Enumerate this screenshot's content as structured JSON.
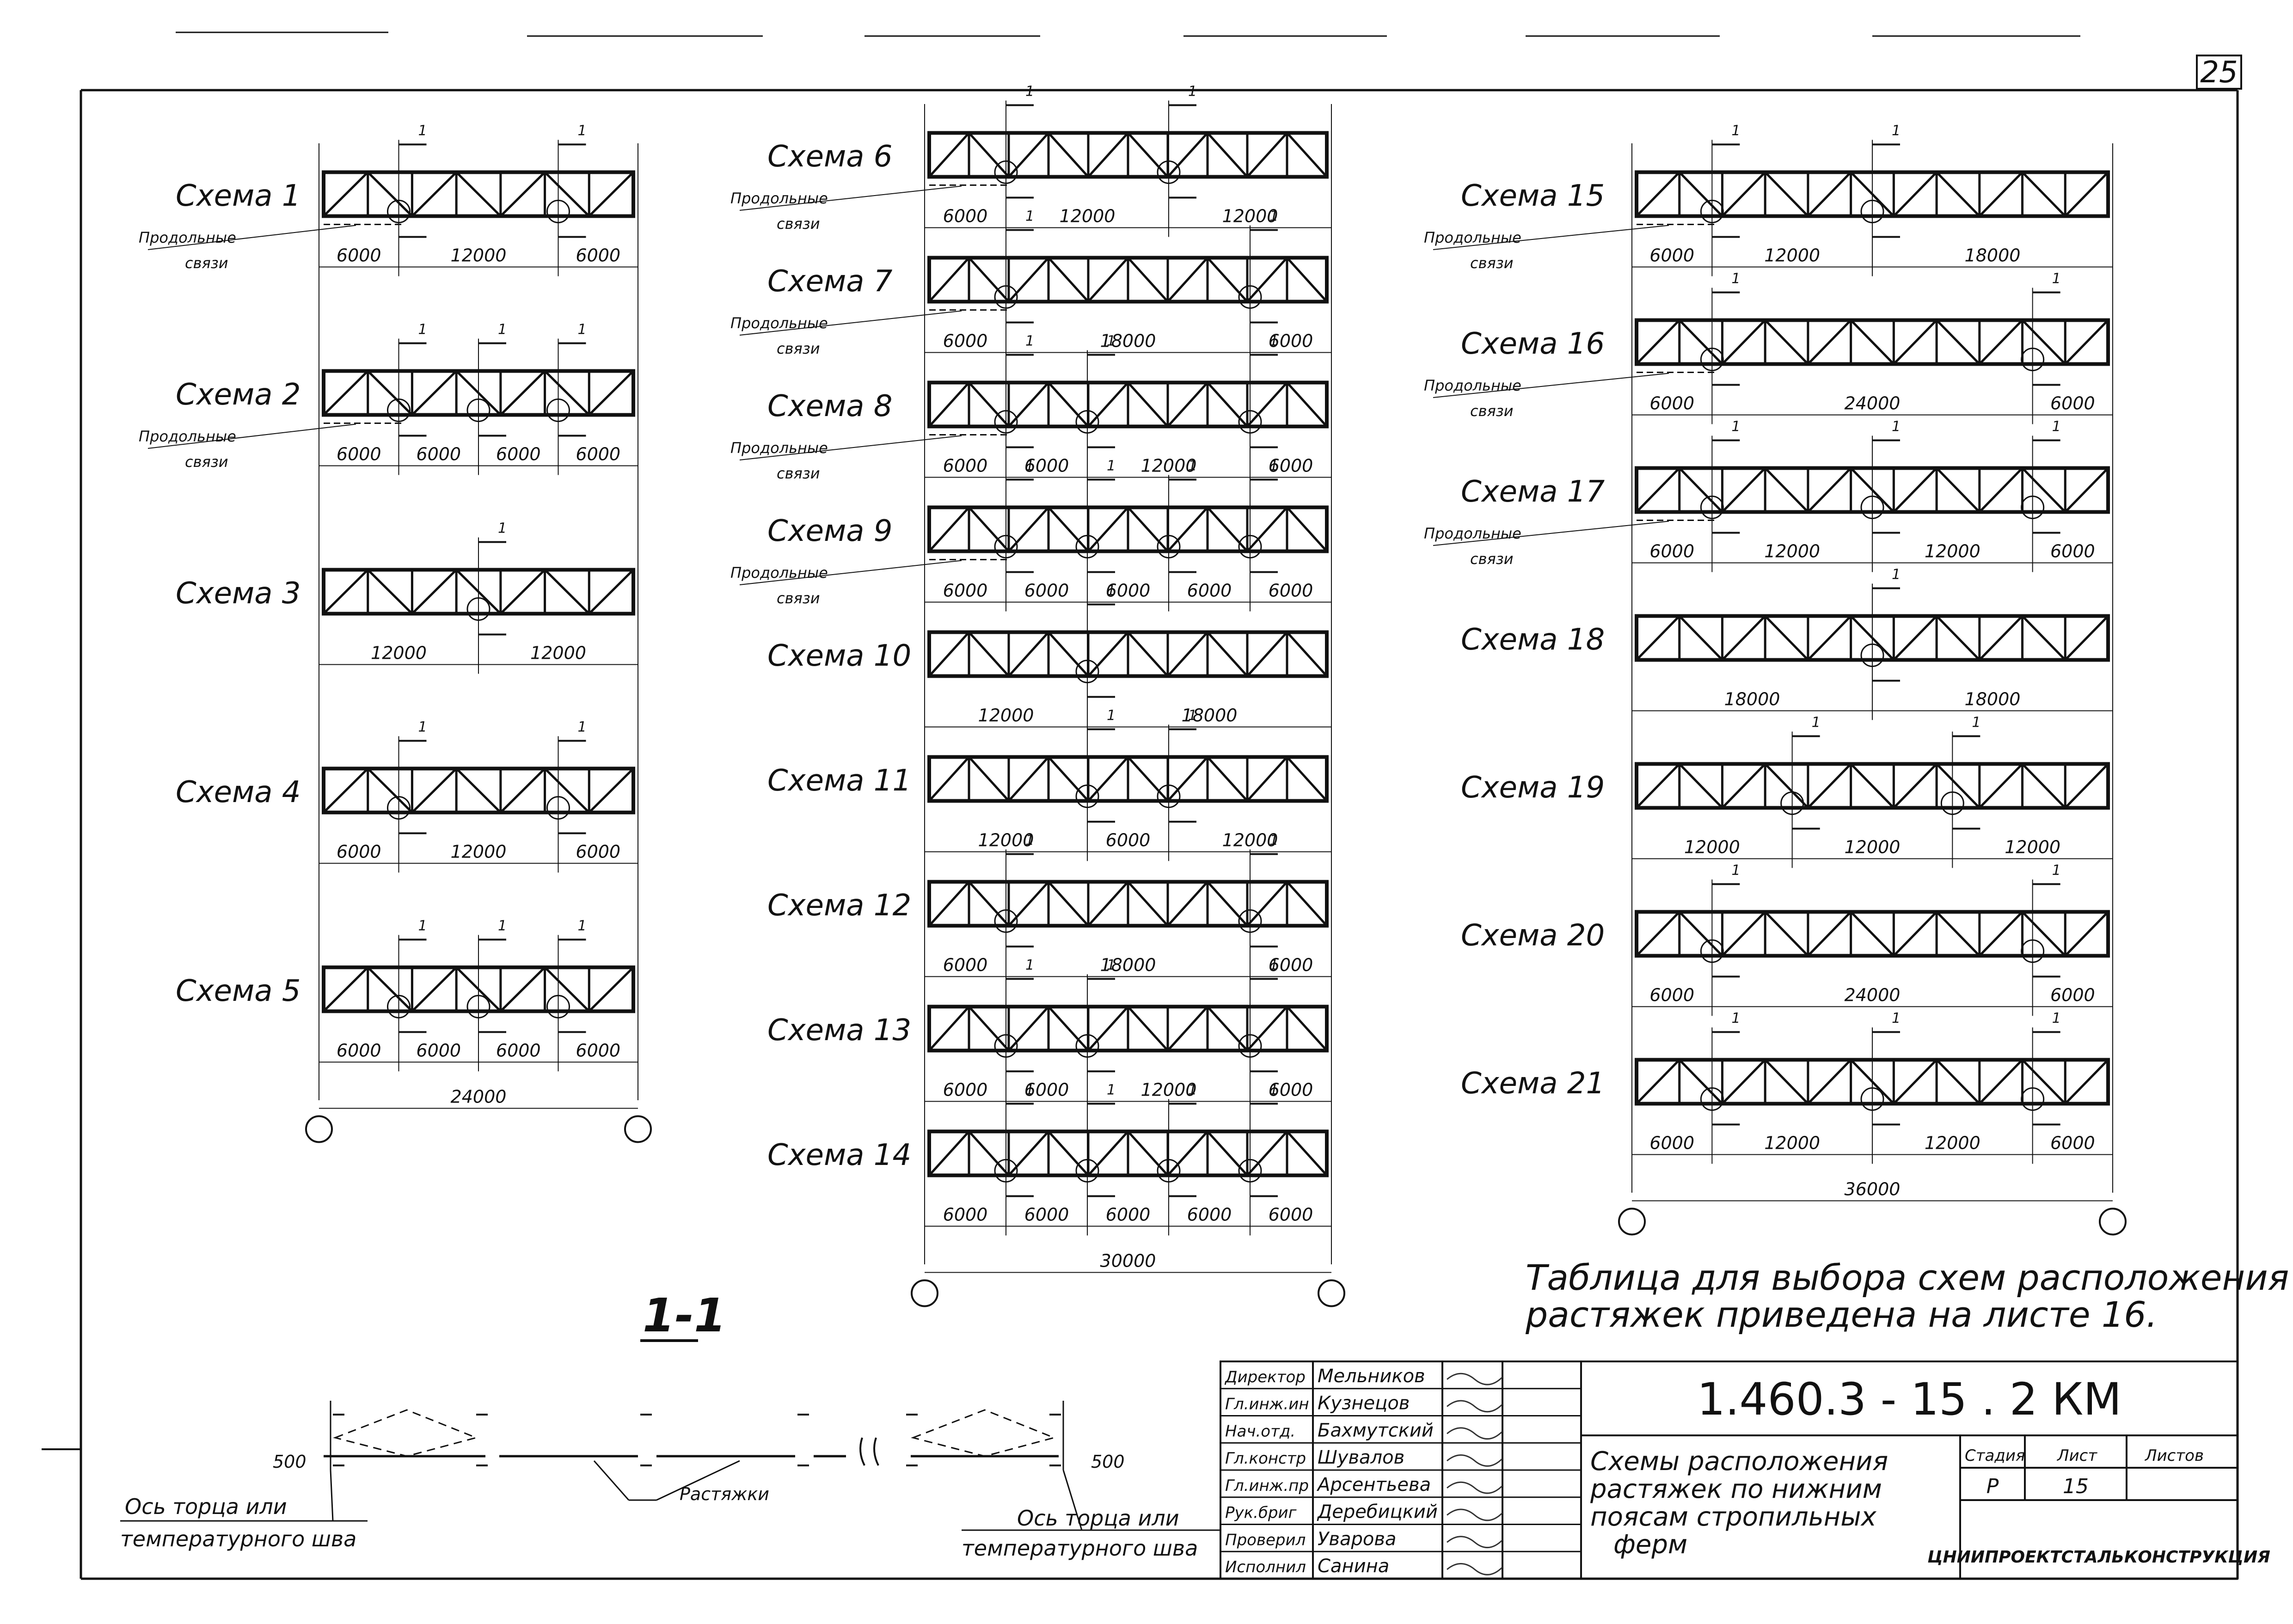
{
  "page_number": "25",
  "long_bracing_label": [
    "Продольные",
    "связи"
  ],
  "section_mark": "1",
  "schemes": [
    {
      "title": "Схема 1",
      "spans": [
        "6000",
        "12000",
        "6000"
      ],
      "bracing": true
    },
    {
      "title": "Схема 2",
      "spans": [
        "6000",
        "6000",
        "6000",
        "6000"
      ],
      "bracing": true
    },
    {
      "title": "Схема 3",
      "spans": [
        "12000",
        "12000"
      ],
      "bracing": false
    },
    {
      "title": "Схема 4",
      "spans": [
        "6000",
        "12000",
        "6000"
      ],
      "bracing": false
    },
    {
      "title": "Схема 5",
      "spans": [
        "6000",
        "6000",
        "6000",
        "6000"
      ],
      "bracing": false,
      "total": "24000"
    },
    {
      "title": "Схема 6",
      "spans": [
        "6000",
        "12000",
        "12000"
      ],
      "bracing": true
    },
    {
      "title": "Схема 7",
      "spans": [
        "6000",
        "18000",
        "6000"
      ],
      "bracing": true
    },
    {
      "title": "Схема 8",
      "spans": [
        "6000",
        "6000",
        "12000",
        "6000"
      ],
      "bracing": true
    },
    {
      "title": "Схема 9",
      "spans": [
        "6000",
        "6000",
        "6000",
        "6000",
        "6000"
      ],
      "bracing": true
    },
    {
      "title": "Схема 10",
      "spans": [
        "12000",
        "18000"
      ],
      "bracing": false
    },
    {
      "title": "Схема 11",
      "spans": [
        "12000",
        "6000",
        "12000"
      ],
      "bracing": false
    },
    {
      "title": "Схема 12",
      "spans": [
        "6000",
        "18000",
        "6000"
      ],
      "bracing": false
    },
    {
      "title": "Схема 13",
      "spans": [
        "6000",
        "6000",
        "12000",
        "6000"
      ],
      "bracing": false
    },
    {
      "title": "Схема 14",
      "spans": [
        "6000",
        "6000",
        "6000",
        "6000",
        "6000"
      ],
      "bracing": false,
      "total": "30000"
    },
    {
      "title": "Схема 15",
      "spans": [
        "6000",
        "12000",
        "18000"
      ],
      "bracing": true
    },
    {
      "title": "Схема 16",
      "spans": [
        "6000",
        "24000",
        "6000"
      ],
      "bracing": true
    },
    {
      "title": "Схема 17",
      "spans": [
        "6000",
        "12000",
        "12000",
        "6000"
      ],
      "bracing": true
    },
    {
      "title": "Схема 18",
      "spans": [
        "18000",
        "18000"
      ],
      "bracing": false
    },
    {
      "title": "Схема 19",
      "spans": [
        "12000",
        "12000",
        "12000"
      ],
      "bracing": false
    },
    {
      "title": "Схема 20",
      "spans": [
        "6000",
        "24000",
        "6000"
      ],
      "bracing": false
    },
    {
      "title": "Схема 21",
      "spans": [
        "6000",
        "12000",
        "12000",
        "6000"
      ],
      "bracing": false,
      "total": "36000"
    }
  ],
  "note": [
    "Таблица для выбора схем расположения",
    "растяжек приведена на листе 16."
  ],
  "section": {
    "title": "1-1",
    "offset_left": "500",
    "offset_right": "500",
    "ties_label": "Растяжки",
    "axis_left": [
      "Ось торца или",
      "температурного шва"
    ],
    "axis_right": [
      "Ось торца или",
      "температурного шва"
    ]
  },
  "stamp": {
    "people": [
      {
        "role": "Директор",
        "name": "Мельников"
      },
      {
        "role": "Гл.инж.ин",
        "name": "Кузнецов"
      },
      {
        "role": "Нач.отд.",
        "name": "Бахмутский"
      },
      {
        "role": "Гл.констр",
        "name": "Шувалов"
      },
      {
        "role": "Гл.инж.пр",
        "name": "Арсентьева"
      },
      {
        "role": "Рук.бриг",
        "name": "Деребицкий"
      },
      {
        "role": "Проверил",
        "name": "Уварова"
      },
      {
        "role": "Исполнил",
        "name": "Санина"
      }
    ],
    "code": "1.460.3 - 15 . 2 КМ",
    "title": [
      "Схемы расположения",
      "растяжек по нижним",
      "поясам стропильных",
      "ферм"
    ],
    "headers": {
      "stage": "Стадия",
      "sheet": "Лист",
      "sheets": "Листов"
    },
    "stage": "Р",
    "sheet": "15",
    "sheets": "",
    "org": "ЦНИИПРОЕКТСТАЛЬКОНСТРУКЦИЯ"
  }
}
